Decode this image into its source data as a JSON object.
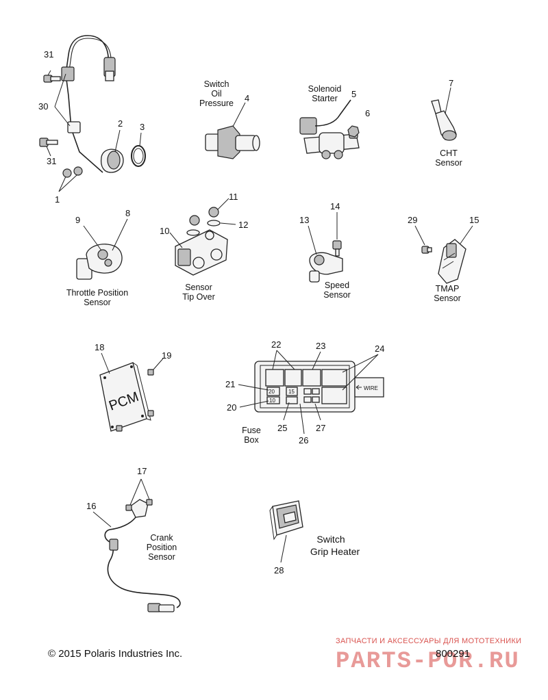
{
  "callouts": {
    "n31a": "31",
    "n30": "30",
    "n31b": "31",
    "n1": "1",
    "n2": "2",
    "n3": "3",
    "n4": "4",
    "n5": "5",
    "n6": "6",
    "n7": "7",
    "n9": "9",
    "n8": "8",
    "n10": "10",
    "n11": "11",
    "n12": "12",
    "n13": "13",
    "n14": "14",
    "n29": "29",
    "n15": "15",
    "n18": "18",
    "n19": "19",
    "n22": "22",
    "n23": "23",
    "n24": "24",
    "n21": "21",
    "n20": "20",
    "n25": "25",
    "n26": "26",
    "n27": "27",
    "n17": "17",
    "n16": "16",
    "n28": "28"
  },
  "captions": {
    "oil_switch": [
      "Switch",
      "Oil",
      "Pressure"
    ],
    "solenoid": [
      "Solenoid",
      "Starter"
    ],
    "cht": [
      "CHT",
      "Sensor"
    ],
    "throttle": [
      "Throttle Position",
      "Sensor"
    ],
    "tipover": [
      "Sensor",
      "Tip Over"
    ],
    "speed": [
      "Speed",
      "Sensor"
    ],
    "tmap": [
      "TMAP",
      "Sensor"
    ],
    "fusebox": [
      "Fuse",
      "Box"
    ],
    "crank": [
      "Crank",
      "Position",
      "Sensor"
    ],
    "grip": [
      "Switch",
      "Grip Heater"
    ]
  },
  "part_text": {
    "pcm": "PCM",
    "wire_arrow": "WIRE",
    "fuse_20": "20",
    "fuse_15": "15",
    "fuse_10": "10"
  },
  "footer": {
    "copyright": "© 2015 Polaris Industries Inc.",
    "diagram_id": "800291"
  },
  "watermark": {
    "tagline": "ЗАПЧАСТИ И АКСЕССУАРЫ ДЛЯ МОТОТЕХНИКИ",
    "brand": "PARTS-POR.RU",
    "color": "#d9534f"
  }
}
